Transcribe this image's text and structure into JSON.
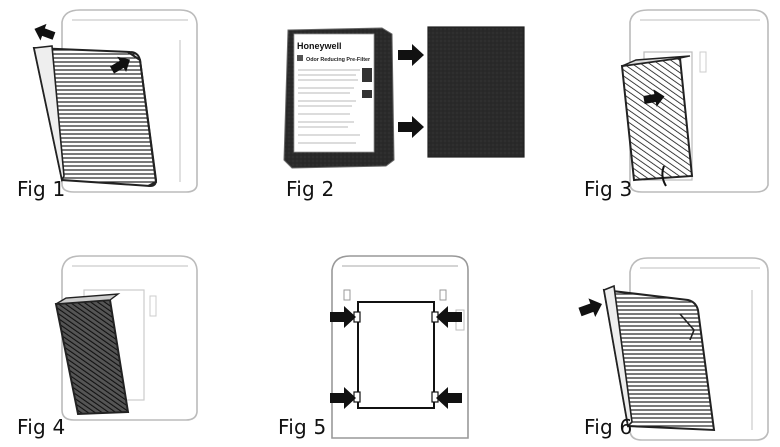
{
  "figures": [
    {
      "caption": "Fig 1"
    },
    {
      "caption": "Fig 2"
    },
    {
      "caption": "Fig 3"
    },
    {
      "caption": "Fig 4"
    },
    {
      "caption": "Fig 5"
    },
    {
      "caption": "Fig 6"
    }
  ],
  "package": {
    "brand": "Honeywell",
    "product": "Odor Reducing Pre-Filter"
  }
}
